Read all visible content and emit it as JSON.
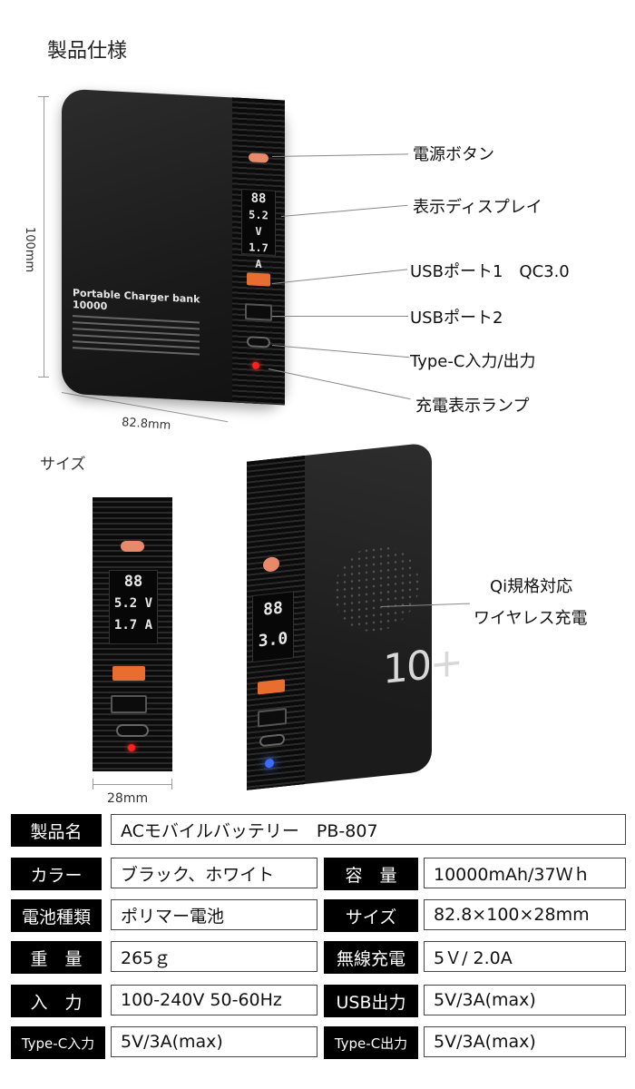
{
  "headings": {
    "title": "製品仕様",
    "size": "サイズ"
  },
  "dimensions": {
    "height": "100mm",
    "width": "82.8mm",
    "depth": "28mm"
  },
  "device_print": {
    "brand": "Portable Charger bank 10000",
    "lcd_lines": [
      "88",
      "5.2 V",
      "1.7 A"
    ]
  },
  "callouts": {
    "power_button": "電源ボタン",
    "display": "表示ディスプレイ",
    "usb_port_1": "USBポート1　QC3.0",
    "usb_port_2": "USBポート2",
    "type_c": "Type-C入力/出力",
    "charge_lamp": "充電表示ランプ",
    "qi_line1": "Qi規格対応",
    "qi_line2": "ワイヤレス充電"
  },
  "device_3d": {
    "logo": "10+",
    "lcd_lines": [
      "88",
      "3.0"
    ]
  },
  "specs": [
    {
      "label": "製品名",
      "value": "ACモバイルバッテリー　PB-807"
    },
    {
      "label": "カラー",
      "value": "ブラック、ホワイト",
      "label2": "容　量",
      "value2": "10000mAh/37Ｗｈ"
    },
    {
      "label": "電池種類",
      "value": "ポリマー電池",
      "label2": "サイズ",
      "value2": "82.8×100×28mm"
    },
    {
      "label": "重　量",
      "value": "265ｇ",
      "label2": "無線充電",
      "value2": "5Ｖ/ 2.0A"
    },
    {
      "label": "入　力",
      "value": "100-240V 50-60Hz",
      "label2": "USB出力",
      "value2": "5V/3A(max)"
    },
    {
      "label": "Type-C入力",
      "value": "5V/3A(max)",
      "label2": "Type-C出力",
      "value2": "5V/3A(max)"
    }
  ],
  "colors": {
    "device_body": "#1a1a1a",
    "accent_orange": "#e86d2e",
    "led_red": "#ff2020",
    "led_blue": "#3a6bff",
    "label_bg": "#000000"
  }
}
